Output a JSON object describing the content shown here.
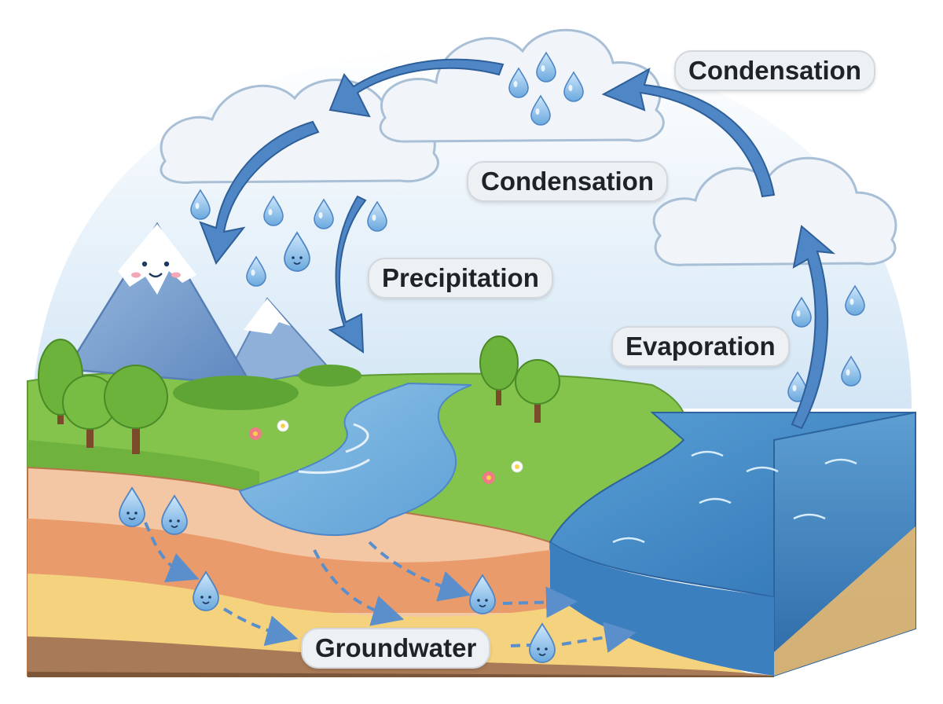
{
  "labels": {
    "condensation_top": "Condensation",
    "condensation_mid": "Condensation",
    "precipitation": "Precipitation",
    "evaporation": "Evaporation",
    "groundwater": "Groundwater"
  },
  "colors": {
    "sky": "#dcebf7",
    "cloud": "#eef3f8",
    "cloud_outline": "#9fb8cf",
    "arrow": "#4f86c6",
    "water": "#3d86c2",
    "grass": "#86c84b",
    "soil_top": "#f1c6a1",
    "soil_mid": "#e99a6c",
    "soil_sand": "#f5d27e",
    "bedrock": "#a87a57"
  }
}
